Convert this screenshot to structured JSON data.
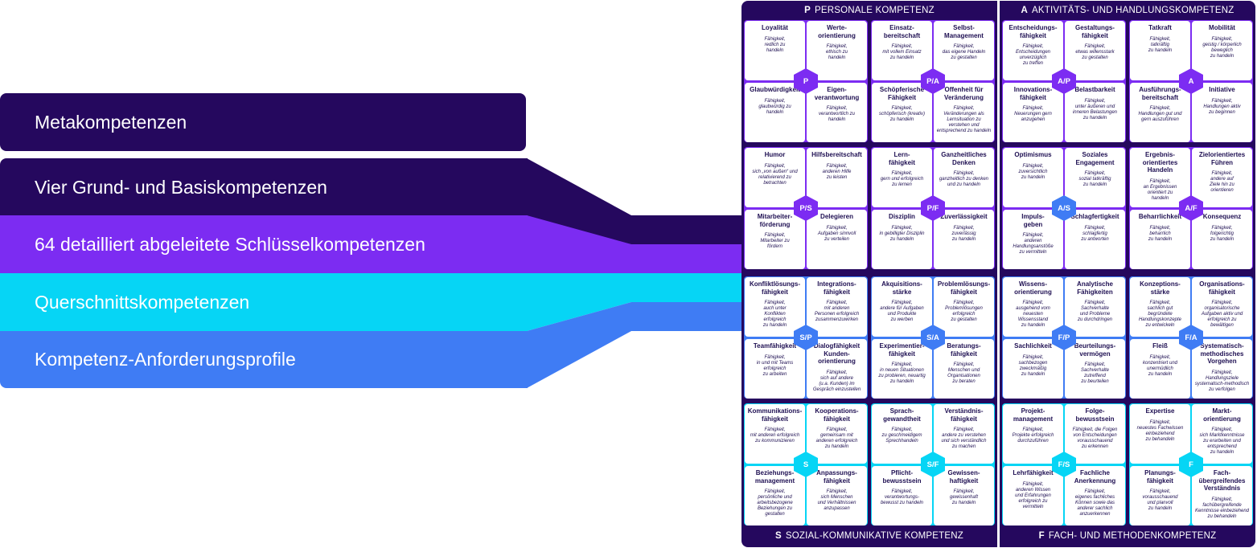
{
  "bands": [
    {
      "label": "Metakompetenzen",
      "color": "#25085e"
    },
    {
      "label": "Vier Grund- und Basiskompetenzen",
      "color": "#25085e"
    },
    {
      "label": "64 detailliert abgeleitete Schlüsselkompetenzen",
      "color": "#7c2cf2"
    },
    {
      "label": "Querschnittskompetenzen",
      "color": "#06d5f5"
    },
    {
      "label": "Kompetenz-Anforderungsprofile",
      "color": "#3f7cf4"
    }
  ],
  "colors": {
    "frame": "#25085e",
    "purple": "#7c2cf2",
    "cyan": "#06d5f5",
    "blue": "#3f7cf4",
    "text": "#1e0f52"
  },
  "quadrants": [
    {
      "letter": "P",
      "title": "PERSONALE KOMPETENZ",
      "title_pos": "top",
      "blocks": [
        {
          "code": "P",
          "cells": [
            {
              "title": "Loyalität",
              "desc": "Fähigkeit,\nredlich zu\nhandeln"
            },
            {
              "title": "Werte-\norientierung",
              "desc": "Fähigkeit,\nethisch zu\nhandeln"
            },
            {
              "title": "Glaubwürdigkeit",
              "desc": "Fähigkeit,\nglaubwürdig zu\nhandeln"
            },
            {
              "title": "Eigen-\nverantwortung",
              "desc": "Fähigkeit,\nverantwortlich zu\nhandeln"
            }
          ]
        },
        {
          "code": "P/A",
          "cells": [
            {
              "title": "Einsatz-\nbereitschaft",
              "desc": "Fähigkeit,\nmit vollem Einsatz\nzu handeln"
            },
            {
              "title": "Selbst-\nManagement",
              "desc": "Fähigkeit,\ndas eigene Handeln\nzu gestalten"
            },
            {
              "title": "Schöpferische\nFähigkeit",
              "desc": "Fähigkeit,\nschöpferisch (kreativ)\nzu handeln"
            },
            {
              "title": "Offenheit für\nVeränderung",
              "desc": "Fähigkeit,\nVeränderungen als\nLernsituation zu\nverstehen und\nentsprechend zu handeln"
            }
          ]
        },
        {
          "code": "P/S",
          "cells": [
            {
              "title": "Humor",
              "desc": "Fähigkeit,\nsich „von außen“ und\nrelativierend zu\nbetrachten"
            },
            {
              "title": "Hilfsbereitschaft",
              "desc": "Fähigkeit,\nanderen Hilfe\nzu leisten"
            },
            {
              "title": "Mitarbeiter-\nförderung",
              "desc": "Fähigkeit,\nMitarbeiter zu\nfördern"
            },
            {
              "title": "Delegieren",
              "desc": "Fähigkeit,\nAufgaben sinnvoll\nzu verteilen"
            }
          ]
        },
        {
          "code": "P/F",
          "cells": [
            {
              "title": "Lern-\nfähigkeit",
              "desc": "Fähigkeit,\ngern und erfolgreich\nzu lernen"
            },
            {
              "title": "Ganzheitliches\nDenken",
              "desc": "Fähigkeit,\nganzheitlich zu denken\nund zu handeln"
            },
            {
              "title": "Disziplin",
              "desc": "Fähigkeit,\nin gebilligter Disziplin\nzu handeln"
            },
            {
              "title": "Zuverlässigkeit",
              "desc": "Fähigkeit,\nzuverlässig\nzu handeln"
            }
          ]
        }
      ]
    },
    {
      "letter": "A",
      "title": "AKTIVITÄTS- UND HANDLUNGSKOMPETENZ",
      "title_pos": "top",
      "blocks": [
        {
          "code": "A/P",
          "cells": [
            {
              "title": "Entscheidungs-\nfähigkeit",
              "desc": "Fähigkeit,\nEntscheidungen\nunverzüglich\nzu treffen"
            },
            {
              "title": "Gestaltungs-\nfähigkeit",
              "desc": "Fähigkeit,\netwas willensstark\nzu gestalten"
            },
            {
              "title": "Innovations-\nfähigkeit",
              "desc": "Fähigkeit,\nNeuerungen gern\nanzugehen"
            },
            {
              "title": "Belastbarkeit",
              "desc": "Fähigkeit,\nunter äußeren und\ninneren Belastungen\nzu handeln"
            }
          ]
        },
        {
          "code": "A",
          "cells": [
            {
              "title": "Tatkraft",
              "desc": "Fähigkeit,\ntatkräftig\nzu handeln"
            },
            {
              "title": "Mobilität",
              "desc": "Fähigkeit,\ngeistig / körperlich\nbeweglich\nzu handeln"
            },
            {
              "title": "Ausführungs-\nbereitschaft",
              "desc": "Fähigkeit,\nHandlungen gut und\ngern auszuführen"
            },
            {
              "title": "Initiative",
              "desc": "Fähigkeit,\nHandlungen aktiv\nzu beginnen"
            }
          ]
        },
        {
          "code": "A/S",
          "cells": [
            {
              "title": "Optimismus",
              "desc": "Fähigkeit,\nzuversichtlich\nzu handeln"
            },
            {
              "title": "Soziales\nEngagement",
              "desc": "Fähigkeit,\nsozial tatkräftig\nzu handeln"
            },
            {
              "title": "Impuls-\ngeben",
              "desc": "Fähigkeit,\nanderen\nHandlungsanstöße\nzu vermitteln"
            },
            {
              "title": "Schlagfertigkeit",
              "desc": "Fähigkeit,\nschlagfertig\nzu antworten"
            }
          ]
        },
        {
          "code": "A/F",
          "cells": [
            {
              "title": "Ergebnis-\norientiertes\nHandeln",
              "desc": "Fähigkeit,\nan Ergebnissen\norientiert zu\nhandeln"
            },
            {
              "title": "Zielorientiertes\nFühren",
              "desc": "Fähigkeit,\nandere auf\nZiele hin zu\norientieren"
            },
            {
              "title": "Beharrlichkeit",
              "desc": "Fähigkeit,\nbeharrlich\nzu handeln"
            },
            {
              "title": "Konsequenz",
              "desc": "Fähigkeit,\nfolgerichtig\nzu handeln"
            }
          ]
        }
      ]
    },
    {
      "letter": "S",
      "title": "SOZIAL-KOMMUNIKATIVE KOMPETENZ",
      "title_pos": "bottom",
      "blocks": [
        {
          "code": "S/P",
          "cells": [
            {
              "title": "Konfliktlösungs-\nfähigkeit",
              "desc": "Fähigkeit,\nauch unter\nKonflikten\nerfolgreich\nzu handeln"
            },
            {
              "title": "Integrations-\nfähigkeit",
              "desc": "Fähigkeit,\nmit anderen\nPersonen erfolgreich\nzusammenzuwirken"
            },
            {
              "title": "Teamfähigkeit",
              "desc": "Fähigkeit,\nin und mit Teams\nerfolgreich\nzu arbeiten"
            },
            {
              "title": "Dialogfähigkeit\nKunden-\norientierung",
              "desc": "Fähigkeit,\nsich auf andere\n(u.a. Kunden) im\nGespräch einzustellen"
            }
          ]
        },
        {
          "code": "S/A",
          "cells": [
            {
              "title": "Akquisitions-\nstärke",
              "desc": "Fähigkeit,\nandere für Aufgaben\nund Produkte\nzu werben"
            },
            {
              "title": "Problemlösungs-\nfähigkeit",
              "desc": "Fähigkeit,\nProblemlösungen\nerfolgreich\nzu gestalten"
            },
            {
              "title": "Experimentier-\nfähigkeit",
              "desc": "Fähigkeit,\nin neuen Situationen\nzu probieren, neuartig\nzu handeln"
            },
            {
              "title": "Beratungs-\nfähigkeit",
              "desc": "Fähigkeit,\nMenschen und\nOrganisationen\nzu beraten"
            }
          ]
        },
        {
          "code": "S",
          "cells": [
            {
              "title": "Kommunikations-\nfähigkeit",
              "desc": "Fähigkeit,\nmit anderen erfolgreich\nzu kommunizieren"
            },
            {
              "title": "Kooperations-\nfähigkeit",
              "desc": "Fähigkeit,\ngemeinsam mit\nanderen erfolgreich\nzu handeln"
            },
            {
              "title": "Beziehungs-\nmanagement",
              "desc": "Fähigkeit,\npersönliche und\narbeitsbezogene\nBeziehungen zu\ngestalten"
            },
            {
              "title": "Anpassungs-\nfähigkeit",
              "desc": "Fähigkeit,\nsich Menschen\nund Verhältnissen\nanzupassen"
            }
          ]
        },
        {
          "code": "S/F",
          "cells": [
            {
              "title": "Sprach-\ngewandtheit",
              "desc": "Fähigkeit,\nzu geschmeidigem\nSprechhandeln"
            },
            {
              "title": "Verständnis-\nfähigkeit",
              "desc": "Fähigkeit,\nandere zu verstehen\nund sich verständlich\nzu machen"
            },
            {
              "title": "Pflicht-\nbewusstsein",
              "desc": "Fähigkeit,\nverantwortungs-\nbewusst zu handeln"
            },
            {
              "title": "Gewissen-\nhaftigkeit",
              "desc": "Fähigkeit,\ngewissenhaft\nzu handeln"
            }
          ]
        }
      ]
    },
    {
      "letter": "F",
      "title": "FACH- UND METHODENKOMPETENZ",
      "title_pos": "bottom",
      "blocks": [
        {
          "code": "F/P",
          "cells": [
            {
              "title": "Wissens-\norientierung",
              "desc": "Fähigkeit,\nausgehend vom\nneuesten\nWissensstand\nzu handeln"
            },
            {
              "title": "Analytische\nFähigkeiten",
              "desc": "Fähigkeit,\nSachverhalte\nund Probleme\nzu durchdringen"
            },
            {
              "title": "Sachlichkeit",
              "desc": "Fähigkeit,\nsachbezogen\nzweckmäßig\nzu handeln"
            },
            {
              "title": "Beurteilungs-\nvermögen",
              "desc": "Fähigkeit,\nSachverhalte\nzutreffend\nzu beurteilen"
            }
          ]
        },
        {
          "code": "F/A",
          "cells": [
            {
              "title": "Konzeptions-\nstärke",
              "desc": "Fähigkeit,\nsachlich gut\nbegründete\nHandlungskonzepte\nzu entwickeln"
            },
            {
              "title": "Organisations-\nfähigkeit",
              "desc": "Fähigkeit,\norganisatorische\nAufgaben aktiv und\nerfolgreich zu\nbewältigen"
            },
            {
              "title": "Fleiß",
              "desc": "Fähigkeit,\nkonzentriert und\nunermüdlich\nzu handeln"
            },
            {
              "title": "Systematisch-\nmethodisches\nVorgehen",
              "desc": "Fähigkeit,\nHandlungsziele\nsystematisch-methodisch\nzu verfolgen"
            }
          ]
        },
        {
          "code": "F/S",
          "cells": [
            {
              "title": "Projekt-\nmanagement",
              "desc": "Fähigkeit,\nProjekte erfolgreich\ndurchzuführen"
            },
            {
              "title": "Folge-\nbewusstsein",
              "desc": "Fähigkeit, die Folgen\nvon Entscheidungen\nvorausschauend\nzu erkennen"
            },
            {
              "title": "Lehrfähigkeit",
              "desc": "Fähigkeit,\nanderen Wissen\nund Erfahrungen\nerfolgreich zu\nvermitteln"
            },
            {
              "title": "Fachliche\nAnerkennung",
              "desc": "Fähigkeit,\neigenes fachliches\nKönnen sowie das\nanderer sachlich\nanzuerkennen"
            }
          ]
        },
        {
          "code": "F",
          "cells": [
            {
              "title": "Expertise",
              "desc": "Fähigkeit,\nneuestes Fachwissen\neinbeziehend\nzu behandeln"
            },
            {
              "title": "Markt-\norientierung",
              "desc": "Fähigkeit,\nsich Marktkenntnisse\nzu erarbeiten und\nentsprechend\nzu handeln"
            },
            {
              "title": "Planungs-\nfähigkeit",
              "desc": "Fähigkeit,\nvorausschauend\nund planvoll\nzu handeln"
            },
            {
              "title": "Fach-\nübergreifendes\nVerständnis",
              "desc": "Fähigkeit,\nfachübergreifende\nKenntnisse einbeziehend\nzu behandeln"
            }
          ]
        }
      ]
    }
  ]
}
